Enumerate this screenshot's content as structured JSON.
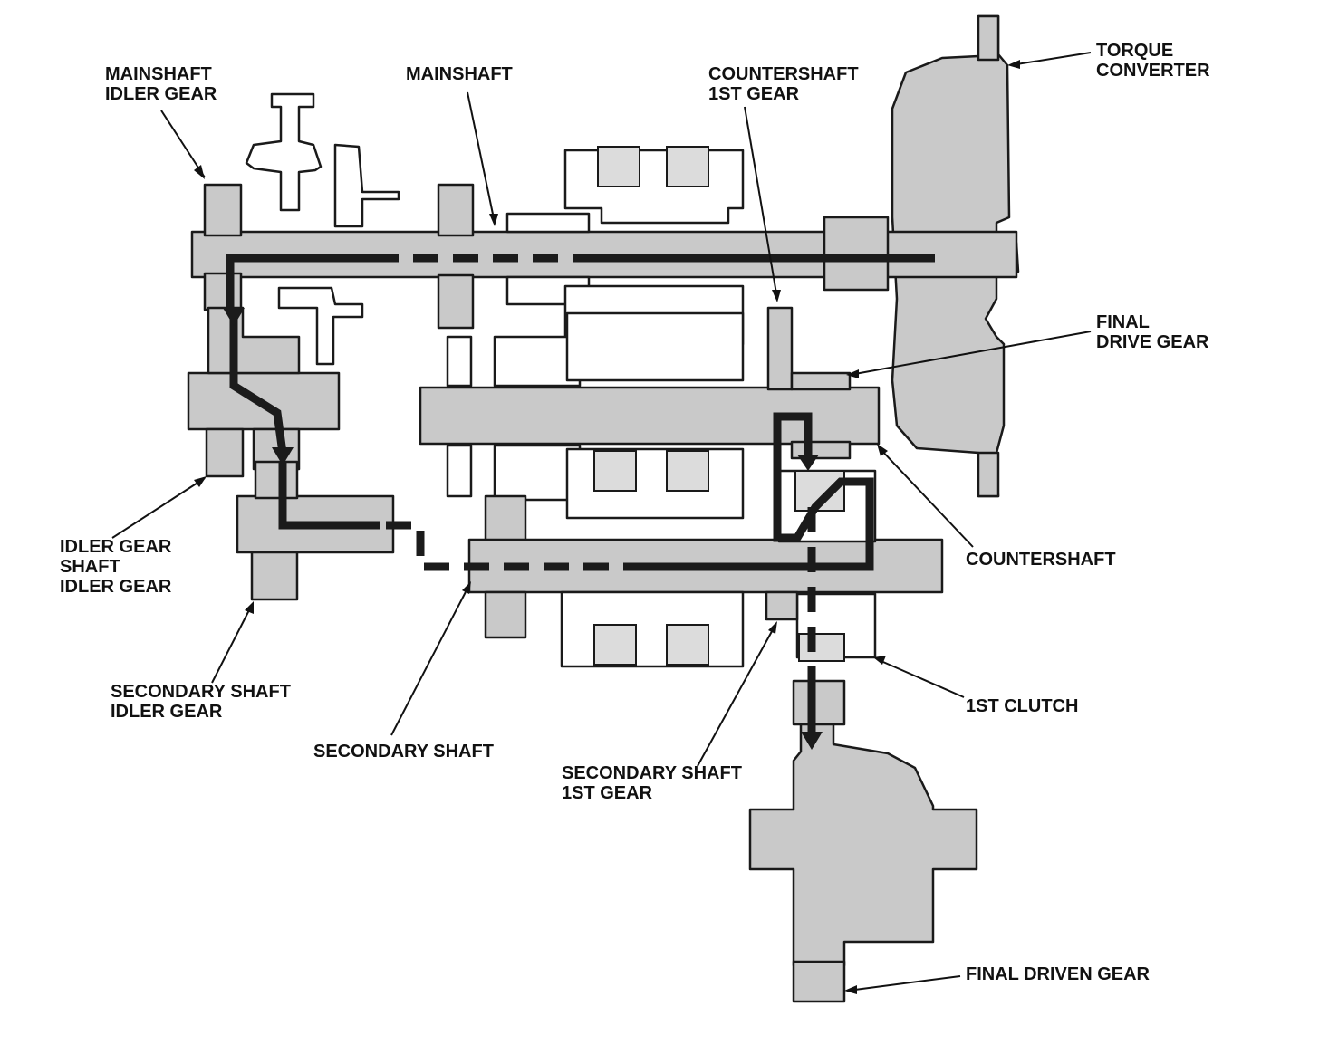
{
  "labels": {
    "mainshaft_idler_gear": [
      "MAINSHAFT",
      "IDLER GEAR"
    ],
    "mainshaft": [
      "MAINSHAFT"
    ],
    "countershaft_1st_gear": [
      "COUNTERSHAFT",
      "1ST GEAR"
    ],
    "torque_converter": [
      "TORQUE",
      "CONVERTER"
    ],
    "final_drive_gear": [
      "FINAL",
      "DRIVE GEAR"
    ],
    "countershaft": [
      "COUNTERSHAFT"
    ],
    "idler_gear_shaft": [
      "IDLER GEAR",
      "SHAFT",
      "IDLER GEAR"
    ],
    "secondary_shaft_idler_gear": [
      "SECONDARY SHAFT",
      "IDLER GEAR"
    ],
    "secondary_shaft": [
      "SECONDARY SHAFT"
    ],
    "secondary_shaft_1st_gear": [
      "SECONDARY SHAFT",
      "1ST GEAR"
    ],
    "first_clutch": [
      "1ST CLUTCH"
    ],
    "final_driven_gear": [
      "FINAL DRIVEN GEAR"
    ]
  },
  "colors": {
    "part_fill": "#c9c9c9",
    "outline": "#1a1a1a",
    "power_flow": "#1b1b1b"
  }
}
